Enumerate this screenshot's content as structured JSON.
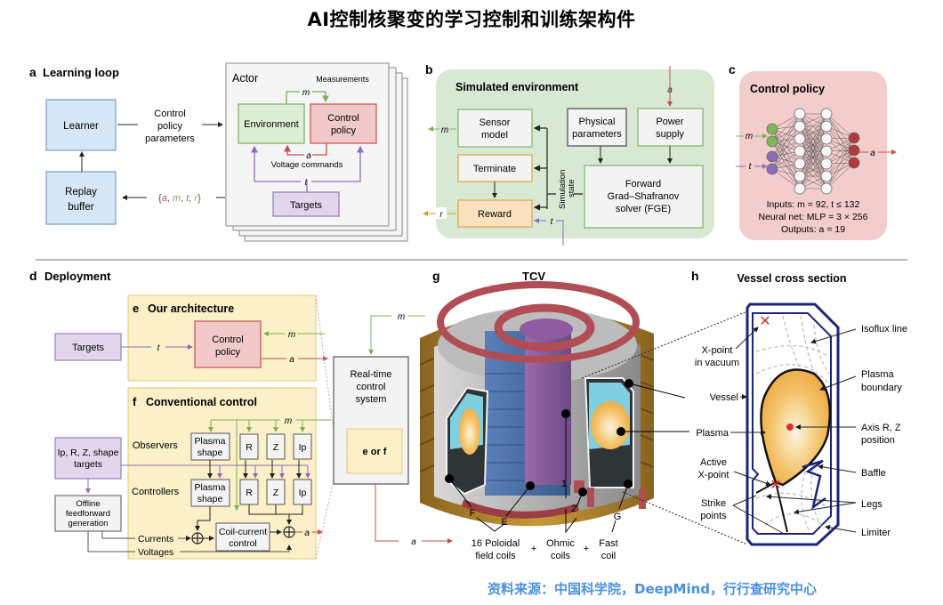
{
  "title": "AI控制核聚变的学习控制和训练架构件",
  "source": "资料来源：中国科学院，DeepMind，行行查研究中心",
  "colors": {
    "learner_fill": "#d6e6f7",
    "learner_stroke": "#7a9cc4",
    "env_fill": "#dcefd6",
    "env_stroke": "#7fb46c",
    "policy_fill": "#f1c9c9",
    "policy_stroke": "#c95a5a",
    "targets_fill": "#e2d6ec",
    "targets_stroke": "#9a7fb8",
    "sim_env_bg": "#d7e8d3",
    "policy_panel_bg": "#f3cccc",
    "deploy_panel_bg": "#fbf0c7",
    "deploy_panel_stroke": "#e0c878",
    "reward_fill": "#fbe2bf",
    "reward_stroke": "#e0a94a",
    "vessel_blue": "#1a237e",
    "accent_m": "#7fae5a",
    "accent_a": "#c0504d",
    "accent_t": "#8e6cb8",
    "accent_r": "#d4a02a",
    "source_blue": "#4a90e2"
  },
  "panel_a": {
    "letter": "a",
    "title": "Learning loop",
    "learner": "Learner",
    "replay_line1": "Replay",
    "replay_line2": "buffer",
    "param_line1": "Control",
    "param_line2": "policy",
    "param_line3": "parameters",
    "tuple_open": "{",
    "tuple_a": "a",
    "tuple_m": "m",
    "tuple_t": "t",
    "tuple_r": "r",
    "tuple_close": "}",
    "actor": "Actor",
    "measurements": "Measurements",
    "environment": "Environment",
    "policy_line1": "Control",
    "policy_line2": "policy",
    "m": "m",
    "a": "a",
    "t": "t",
    "voltage": "Voltage commands",
    "targets": "Targets"
  },
  "panel_b": {
    "letter": "b",
    "title": "Simulated environment",
    "sensor_line1": "Sensor",
    "sensor_line2": "model",
    "terminate": "Terminate",
    "reward": "Reward",
    "phys_line1": "Physical",
    "phys_line2": "parameters",
    "power_line1": "Power",
    "power_line2": "supply",
    "fge_line1": "Forward",
    "fge_line2": "Grad–Shafranov",
    "fge_line3": "solver (FGE)",
    "sim_state_line1": "Simulation",
    "sim_state_line2": "state",
    "a": "a",
    "m": "m",
    "r": "r",
    "t": "t"
  },
  "panel_c": {
    "letter": "c",
    "title": "Control policy",
    "m": "m",
    "t": "t",
    "a": "a",
    "inputs": "Inputs: m = 92, t ≤ 132",
    "net": "Neural net: MLP = 3 × 256",
    "outputs": "Outputs: a = 19"
  },
  "panel_d": {
    "letter": "d",
    "title": "Deployment",
    "targets": "Targets",
    "t": "t",
    "m": "m",
    "a": "a",
    "rt_line1": "Real-time",
    "rt_line2": "control",
    "rt_line3": "system",
    "e_or_f": "e or f"
  },
  "panel_e": {
    "letter": "e",
    "title": "Our architecture",
    "policy_line1": "Control",
    "policy_line2": "policy",
    "m": "m",
    "a": "a"
  },
  "panel_f": {
    "letter": "f",
    "title": "Conventional control",
    "m": "m",
    "a": "a",
    "observers": "Observers",
    "controllers": "Controllers",
    "plasma_line1": "Plasma",
    "plasma_line2": "shape",
    "R": "R",
    "Z": "Z",
    "Ip": "Ip",
    "targets_line1": "Ip, R, Z, shape",
    "targets_line2": "targets",
    "offline_line1": "Offline",
    "offline_line2": "feedforward",
    "offline_line3": "generation",
    "coil_line1": "Coil-current",
    "coil_line2": "control",
    "currents": "Currents",
    "voltages": "Voltages"
  },
  "panel_g": {
    "letter": "g",
    "title": "TCV",
    "label_F": "F",
    "label_E": "E",
    "label_1": "1",
    "label_2": "2",
    "label_G": "G",
    "a": "a",
    "pf_line1": "16 Poloidal",
    "pf_line2": "field coils",
    "plus": "+",
    "ohmic_line1": "Ohmic",
    "ohmic_line2": "coils",
    "fast_line1": "Fast",
    "fast_line2": "coil"
  },
  "panel_h": {
    "letter": "h",
    "title": "Vessel cross section",
    "xpoint_vac_line1": "X-point",
    "xpoint_vac_line2": "in vacuum",
    "vessel": "Vessel",
    "plasma": "Plasma",
    "active_line1": "Active",
    "active_line2": "X-point",
    "strike_line1": "Strike",
    "strike_line2": "points",
    "isoflux": "Isoflux line",
    "boundary_line1": "Plasma",
    "boundary_line2": "boundary",
    "axis_line1": "Axis R, Z",
    "axis_line2": "position",
    "baffle": "Baffle",
    "legs": "Legs",
    "limiter": "Limiter"
  }
}
